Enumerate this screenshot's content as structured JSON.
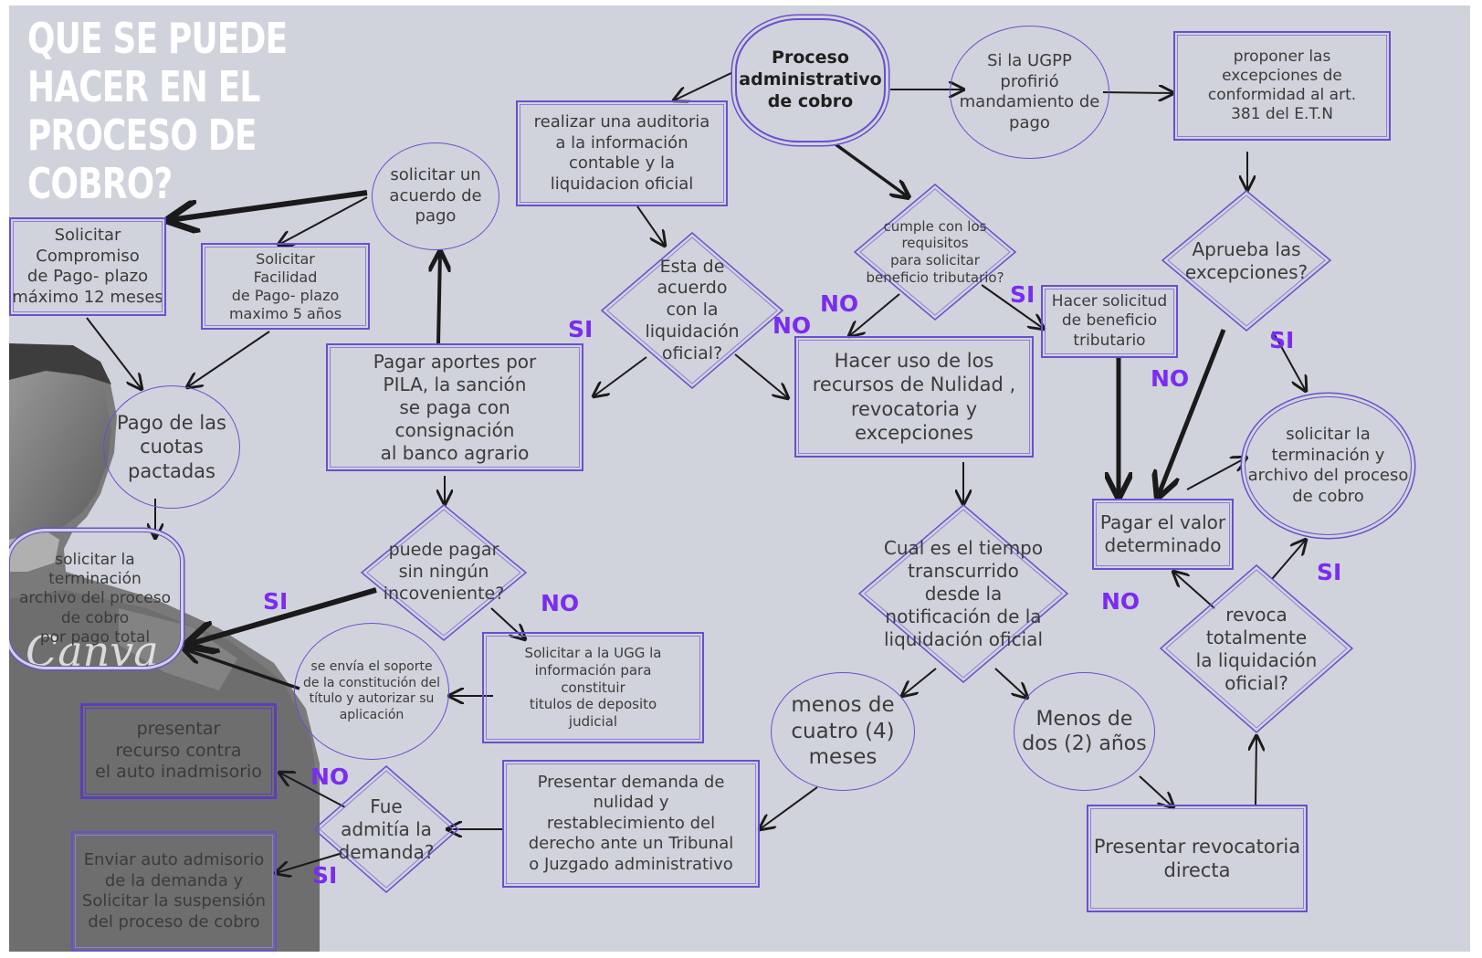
{
  "title": [
    "QUE SE PUEDE",
    "HACER EN EL",
    "PROCESO DE",
    "COBRO?"
  ],
  "watermark": "Canva",
  "colors": {
    "background": "#d0d3db",
    "node_border": "#6a4fcf",
    "label": "#7a2cf0",
    "arrow": "#1a1a1a",
    "title": "#ffffff"
  },
  "nodes": {
    "proceso": "Proceso\nadministrativo\nde cobro",
    "ugpp": "Si la UGPP\nprofirió\nmandamiento de\npago",
    "proponer": "proponer las\nexcepciones  de\nconformidad al art.\n381 del E.T.N",
    "auditoria": "realizar una auditoria\na la información\ncontable y la\nliquidacion oficial",
    "acuerdo_pago": "solicitar un\nacuerdo de\npago",
    "compromiso": "Solicitar\nCompromiso\nde Pago- plazo\nmáximo 12 meses",
    "facilidad": "Solicitar\nFacilidad\nde Pago- plazo\nmaximo 5 años",
    "cumple": "cumple con los\nrequisitos\npara solicitar\nbeneficio tributario?",
    "aprueba": "Aprueba las\nexcepciones?",
    "esta_acuerdo": "Esta de\nacuerdo\ncon la\nliquidación\noficial?",
    "hacer_solicitud": "Hacer solicitud\nde beneficio\ntributario",
    "recursos": "Hacer uso de los\nrecursos de Nulidad ,\nrevocatoria y\nexcepciones",
    "pagar_aportes": "Pagar aportes por\nPILA, la sanción\nse paga con\nconsignación\nal banco agrario",
    "pago_cuotas": "Pago de las\ncuotas\npactadas",
    "terminacion_right": "solicitar la\nterminación y\narchivo del proceso\nde cobro",
    "pagar_valor": "Pagar el valor\ndeterminado",
    "terminacion_left": "solicitar la\nterminación\narchivo del proceso\nde cobro\npor pago total",
    "puede_pagar": "puede pagar\nsin ningún\nincoveniente?",
    "cual_tiempo": "Cual es el tiempo\ntranscurrido\ndesde la\nnotificación de la\nliquidación oficial",
    "revoca": "revoca\ntotalmente\nla liquidación\noficial?",
    "solicitar_ugg": "Solicitar  a la UGG la\ninformación para\nconstituir\ntitulos de deposito\njudicial",
    "soporte": "se envía el soporte\nde la constitución del\ntítulo y autorizar su\naplicación",
    "menos_cuatro": "menos de\ncuatro (4)\nmeses",
    "menos_dos": "Menos de\ndos (2) años",
    "presentar_recurso": "presentar\nrecurso contra\nel auto inadmisorio",
    "demanda": "Presentar demanda de\nnulidad y\nrestablecimiento del\nderecho ante un Tribunal\no Juzgado administrativo",
    "fue_admitia": "Fue\nadmitía la\ndemanda?",
    "revocatoria": "Presentar revocatoria\ndirecta",
    "enviar_auto": "Enviar auto admisorio\nde la demanda y\nSolicitar la suspensión\ndel proceso de cobro"
  },
  "labels": {
    "si_1": "SI",
    "si_2": "SI",
    "si_3": "SI",
    "si_4": "SI",
    "si_5": "SI",
    "si_6": "SI",
    "no_1": "NO",
    "no_2": "NO",
    "no_3": "NO",
    "no_4": "NO",
    "no_5": "NO",
    "no_6": "NO"
  }
}
